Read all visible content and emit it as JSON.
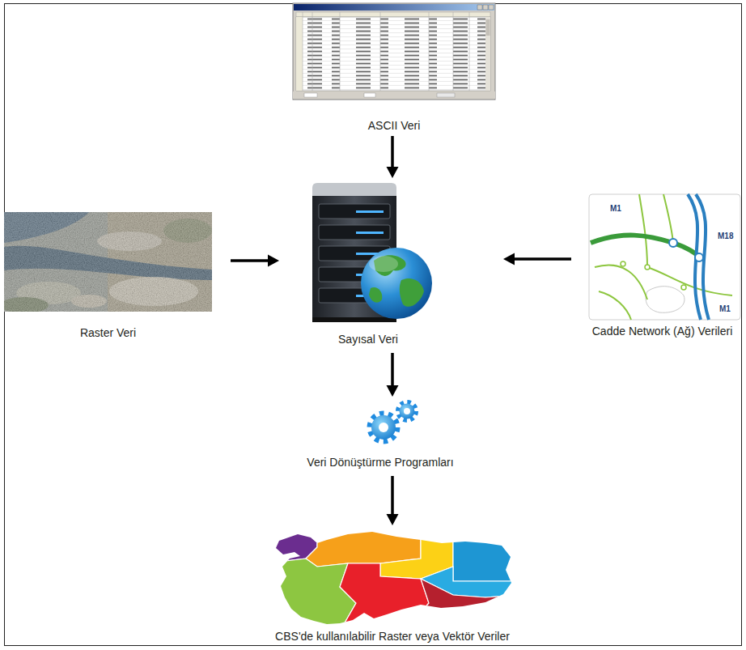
{
  "diagram": {
    "nodes": [
      {
        "text": [
          "ASCII Veri"
        ]
      },
      {
        "text": [
          "Raster Veri"
        ]
      },
      {
        "text": [
          "Sayısal Veri"
        ]
      },
      {
        "text": [
          "Cadde Network (Ağ) Verileri"
        ]
      },
      {
        "text": [
          "Veri Dönüştürme Programları"
        ]
      },
      {
        "text": [
          "CBS'de kullanılabilir Raster veya Vektör Veriler"
        ]
      }
    ],
    "edges": [
      {
        "from": 0,
        "to": 2,
        "arrow": "to"
      },
      {
        "from": 1,
        "to": 2,
        "arrow": "to"
      },
      {
        "from": 3,
        "to": 2,
        "arrow": "to"
      },
      {
        "from": 2,
        "to": 4,
        "arrow": "to"
      },
      {
        "from": 4,
        "to": 5,
        "arrow": "to"
      }
    ],
    "labels": [
      "M1",
      "M18",
      "M1"
    ]
  }
}
